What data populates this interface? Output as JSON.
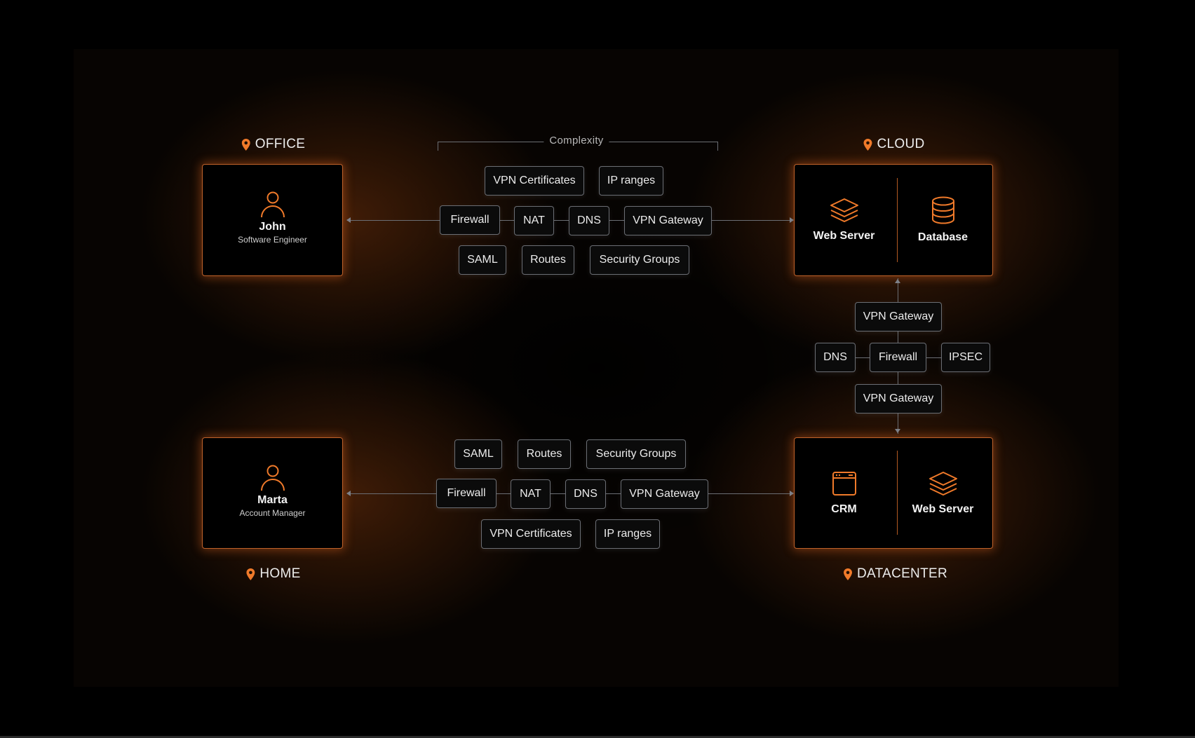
{
  "colors": {
    "accent": "#f07a2a",
    "card_border": "#c0622a",
    "chip_border": "#6b6e74",
    "background": "#000000"
  },
  "locations": {
    "office": {
      "label": "OFFICE",
      "icon": "map-pin-icon"
    },
    "cloud": {
      "label": "CLOUD",
      "icon": "map-pin-icon"
    },
    "home": {
      "label": "HOME",
      "icon": "map-pin-icon"
    },
    "datacenter": {
      "label": "DATACENTER",
      "icon": "map-pin-icon"
    }
  },
  "users": {
    "john": {
      "name": "John",
      "role": "Software Engineer",
      "icon": "user-icon"
    },
    "marta": {
      "name": "Marta",
      "role": "Account Manager",
      "icon": "user-icon"
    }
  },
  "cloud_services": [
    {
      "label": "Web Server",
      "icon": "layers-icon"
    },
    {
      "label": "Database",
      "icon": "database-icon"
    }
  ],
  "datacenter_services": [
    {
      "label": "CRM",
      "icon": "browser-window-icon"
    },
    {
      "label": "Web Server",
      "icon": "layers-icon"
    }
  ],
  "complexity": {
    "label": "Complexity"
  },
  "top_chips": {
    "row1": [
      "VPN Certificates",
      "IP ranges"
    ],
    "row2": [
      "Firewall",
      "NAT",
      "DNS",
      "VPN Gateway"
    ],
    "row3": [
      "SAML",
      "Routes",
      "Security Groups"
    ]
  },
  "bottom_chips": {
    "row1": [
      "SAML",
      "Routes",
      "Security Groups"
    ],
    "row2": [
      "Firewall",
      "NAT",
      "DNS",
      "VPN Gateway"
    ],
    "row3": [
      "VPN Certificates",
      "IP ranges"
    ]
  },
  "right_stack": {
    "top": "VPN Gateway",
    "middle": [
      "DNS",
      "Firewall",
      "IPSEC"
    ],
    "bottom": "VPN Gateway"
  }
}
